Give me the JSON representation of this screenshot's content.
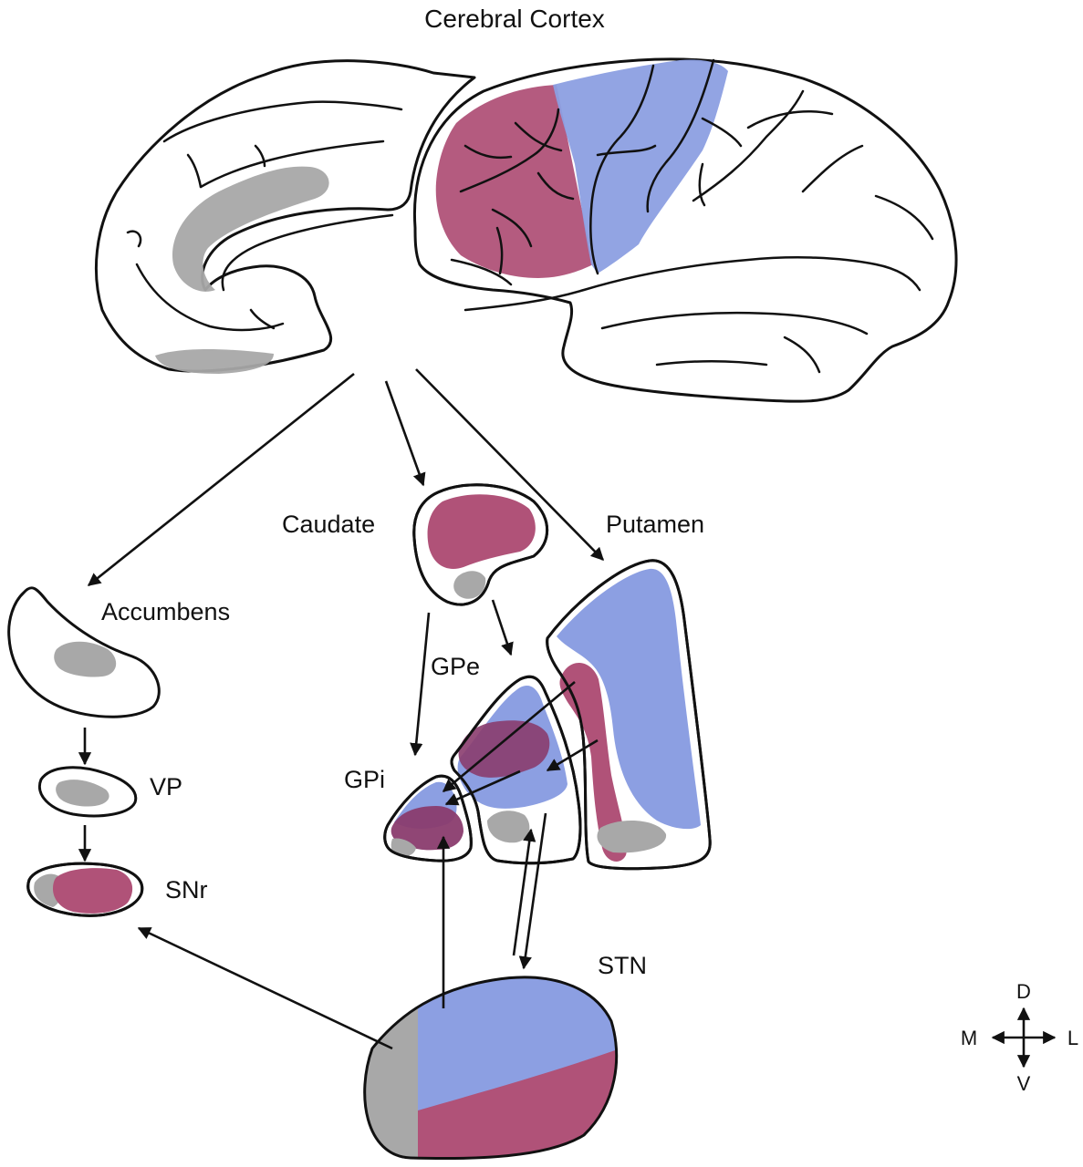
{
  "colors": {
    "associative": "#b05278",
    "sensorimotor": "#8c9fe2",
    "limbic": "#a8a8a8",
    "outline": "#111111"
  },
  "labels": {
    "cortex": "Cerebral Cortex",
    "caudate": "Caudate",
    "putamen": "Putamen",
    "accumbens": "Accumbens",
    "vp": "VP",
    "snr": "SNr",
    "gpe": "GPe",
    "gpi": "GPi",
    "stn": "STN"
  },
  "compass": {
    "dorsal": "D",
    "ventral": "V",
    "medial": "M",
    "lateral": "L"
  }
}
